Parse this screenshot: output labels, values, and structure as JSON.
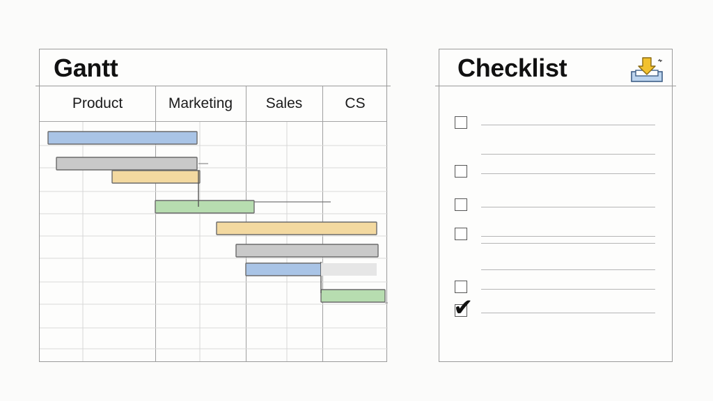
{
  "gantt": {
    "title": "Gantt",
    "columns": [
      "Product",
      "Marketing",
      "Sales",
      "CS"
    ],
    "bars": [
      {
        "color": "#a9c4e6",
        "label": "product-blue"
      },
      {
        "color": "#c9c9c9",
        "label": "product-gray"
      },
      {
        "color": "#f3d9a0",
        "label": "product-yellow"
      },
      {
        "color": "#b7ddb0",
        "label": "marketing-green"
      },
      {
        "color": "#f3d9a0",
        "label": "marketing-yellow"
      },
      {
        "color": "#c9c9c9",
        "label": "sales-gray"
      },
      {
        "color": "#a9c4e6",
        "label": "sales-blue"
      },
      {
        "color": "#b7ddb0",
        "label": "cs-green"
      }
    ]
  },
  "checklist": {
    "title": "Checklist",
    "export_icon": "download-tray-icon",
    "items": [
      {
        "checked": false
      },
      {
        "checked": false
      },
      {
        "checked": false
      },
      {
        "checked": false
      },
      {
        "checked": false
      },
      {
        "checked": true
      }
    ],
    "checkmark_glyph": "✔"
  },
  "colors": {
    "blue": "#a9c4e6",
    "gray": "#c9c9c9",
    "yellow": "#f3d9a0",
    "green": "#b7ddb0",
    "icon_yellow": "#f2c12e",
    "icon_blue": "#bcd4ee"
  }
}
